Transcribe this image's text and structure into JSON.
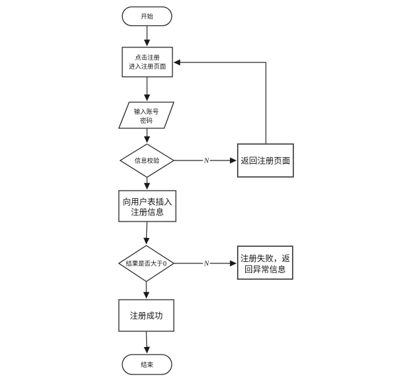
{
  "diagram": {
    "type": "flowchart",
    "background": "#ffffff",
    "stroke_color": "#2b2b2b",
    "nodes": {
      "start": {
        "shape": "terminator",
        "label": "开始"
      },
      "click_register": {
        "shape": "process",
        "line1": "点击注册",
        "line2": "进入注册页面"
      },
      "input_account": {
        "shape": "io",
        "line1": "输入账号",
        "line2": "密码"
      },
      "check_info": {
        "shape": "decision",
        "label": "信息校验"
      },
      "return_register": {
        "shape": "process",
        "label": "返回注册页面"
      },
      "insert_user": {
        "shape": "process",
        "line1": "向用户表插入",
        "line2": "注册信息"
      },
      "result_gt_zero": {
        "shape": "decision",
        "label": "结果是否大于0"
      },
      "register_fail": {
        "shape": "process",
        "line1": "注册失败，返",
        "line2": "回异常信息"
      },
      "register_success": {
        "shape": "process",
        "label": "注册成功"
      },
      "end": {
        "shape": "terminator",
        "label": "结束"
      }
    },
    "edge_labels": {
      "check_info_no": "N",
      "result_gt_zero_no": "N"
    }
  }
}
